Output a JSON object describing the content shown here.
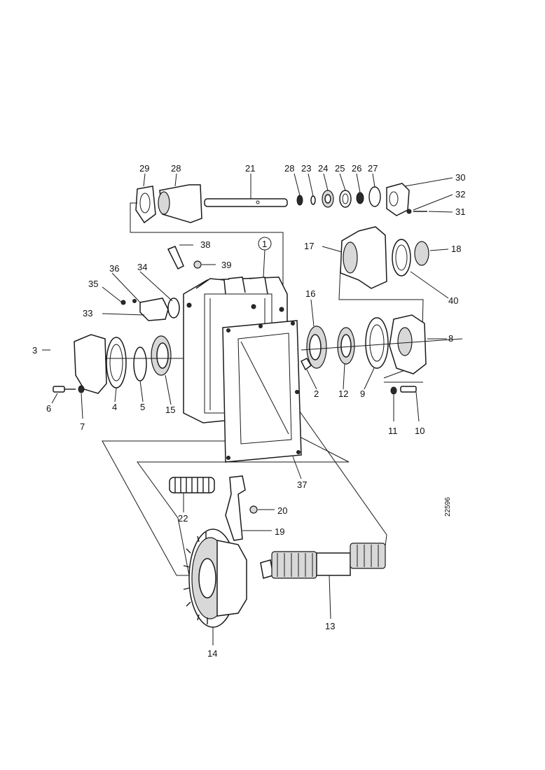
{
  "drawing_code": "22596",
  "callouts": {
    "c1": "1",
    "c2": "2",
    "c3": "3",
    "c6": "6",
    "c7": "7",
    "c4": "4",
    "c5": "5",
    "c15": "15",
    "c16": "16",
    "c12": "12",
    "c9": "9",
    "c8": "8",
    "c11": "11",
    "c10": "10",
    "c17": "17",
    "c18": "18",
    "c40": "40",
    "c29": "29",
    "c28": "28",
    "c21": "21",
    "c28b": "28",
    "c23": "23",
    "c24": "24",
    "c25": "25",
    "c26": "26",
    "c27": "27",
    "c30": "30",
    "c32": "32",
    "c31": "31",
    "c38": "38",
    "c39": "39",
    "c36": "36",
    "c34": "34",
    "c35": "35",
    "c33": "33",
    "c37": "37",
    "c22": "22",
    "c20": "20",
    "c19": "19",
    "c13": "13",
    "c14": "14"
  },
  "colors": {
    "line": "#1a1a1a",
    "background": "#ffffff"
  }
}
